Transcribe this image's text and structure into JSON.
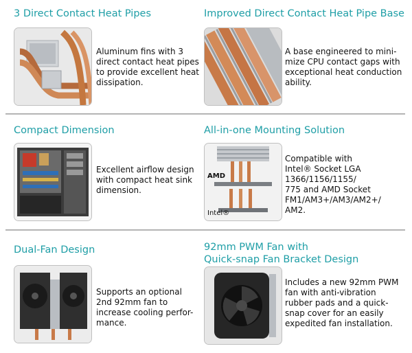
{
  "features": [
    {
      "title": "3 Direct Contact Heat Pipes",
      "description": "Aluminum fins with 3\ndirect contact heat pipes\nto provide excellent heat\ndissipation."
    },
    {
      "title": "Improved Direct Contact Heat Pipe Base",
      "description": "A base engineered to mini-\nmize CPU contact gaps with\nexceptional heat conduction\nability."
    },
    {
      "title": "Compact Dimension",
      "description": "Excellent airflow design\nwith compact heat sink\ndimension."
    },
    {
      "title": "All-in-one Mounting Solution",
      "description": "Compatible with\nIntel® Socket LGA\n1366/1156/1155/\n775 and AMD Socket\nFM1/AM3+/AM3/AM2+/\nAM2.",
      "image_labels": {
        "amd": "AMD",
        "intel": "Intel®"
      }
    },
    {
      "title": "Dual-Fan Design",
      "description": "Supports an optional\n2nd 92mm fan to\nincrease cooling perfor-\nmance."
    },
    {
      "title": "92mm PWM Fan with\nQuick-snap Fan Bracket Design",
      "description": "Includes a new 92mm PWM\nfan with anti-vibration\nrubber pads and a quick-\nsnap cover for an easily\nexpedited fan installation."
    }
  ],
  "colors": {
    "title": "#1e9ea6",
    "divider": "#b5b5b5",
    "copper": "#c8784a"
  }
}
